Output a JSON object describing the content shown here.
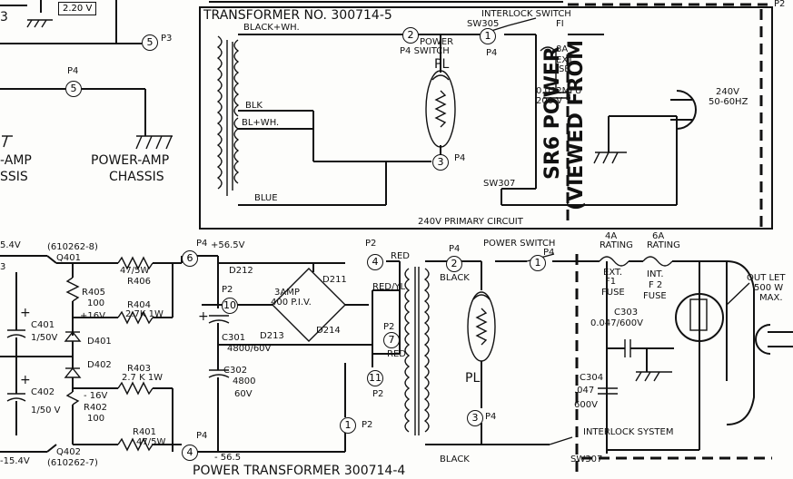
{
  "top_left": {
    "voltage_box": "2.20 V",
    "label_3": "3",
    "p3_node": "5",
    "p3_label": "P3"
  },
  "left_top": {
    "p4_label": "P4",
    "p4_node": "5",
    "amp_chassis_1": "-AMP",
    "amp_chassis_2": "SSIS",
    "power_amp_chassis_1": "POWER-AMP",
    "power_amp_chassis_2": "CHASSIS"
  },
  "sr6": {
    "transformer_title": "TRANSFORMER NO. 300714-5",
    "black_wh": "BLACK+WH.",
    "blk": "BLK",
    "bl_wh": "BL+WH.",
    "blue": "BLUE",
    "node2": "2",
    "power_p4_switch_1": "POWER",
    "power_p4_switch_2": "P4 SWITCH",
    "pl": "PL",
    "node3": "3",
    "p4": "P4",
    "interlock_switch": "INTERLOCK SWITCH",
    "sw305": "SW305",
    "node1": "1",
    "p4_b": "P4",
    "fi": "FI",
    "ext": "EXT",
    "ise": "ISE",
    "sa": "8A",
    "cap": "0.022MFU",
    "cap_v": "200 V",
    "power": "SR6 POWER",
    "viewed": "(VIEWED FROM",
    "v240": "240V",
    "hz": "50-60HZ",
    "sw307": "SW307",
    "primary": "240V PRIMARY CIRCUIT",
    "p2": "P2"
  },
  "bottom_left": {
    "v54": "5.4V",
    "part_a": "(610262-8)",
    "q401": "Q401",
    "label_3": "3",
    "r406_val": "47/5W",
    "r406": "R406",
    "r405": "R405",
    "r405_val": "100",
    "plus16": "+16V",
    "r404": "R404",
    "r404_val": "2.7K 1W",
    "c401": "C401",
    "c401_val": "1/50V",
    "d401": "D401",
    "plus_a": "+",
    "plus_b": "+",
    "d402": "D402",
    "r403": "R403",
    "r403_val": "2.7 K 1W",
    "c402": "C402",
    "c402_val": "1/50 V",
    "minus16": "- 16V",
    "r402": "R402",
    "r402_val": "100",
    "r401": "R401",
    "r401_val": "47/5W",
    "v154": "-15.4V",
    "q402": "Q402",
    "part_b": "(610262-7)"
  },
  "bottom_mid": {
    "p4_top": "P4",
    "p4_volt": "+56.5V",
    "node6": "6",
    "d212": "D212",
    "d211": "D211",
    "amp": "3AMP",
    "piv": "400 P.I.V.",
    "p2_a": "P2",
    "node10": "10",
    "plus": "+",
    "d213": "D213",
    "d214": "D214",
    "c301": "C301",
    "c301_val": "4800/60V",
    "c302": "C302",
    "c302_val": "4800",
    "c302_v": "60V",
    "p4_bot": "P4",
    "node4_bot": "4",
    "minus": "- 56.5",
    "p2_top": "P2",
    "node4_top": "4",
    "red": "RED",
    "red_yl": "RED/YL",
    "p2_b": "P2",
    "node7": "7",
    "red_b": "RED",
    "node11": "11",
    "p2_c": "P2",
    "node1": "1",
    "p2_d": "P2",
    "title": "POWER TRANSFORMER 300714-4"
  },
  "bottom_right": {
    "p4": "P4",
    "node2": "2",
    "black": "BLACK",
    "power_switch": "POWER SWITCH",
    "p4_sw": "P4",
    "node1": "1",
    "pl": "PL",
    "node3": "3",
    "p4_b": "P4",
    "black_b": "BLACK",
    "rating_4a": "4A",
    "rating_4a_l": "RATING",
    "rating_6a": "6A",
    "rating_6a_l": "RATING",
    "ext": "EXT.",
    "fi": "F1",
    "fuse1": "FUSE",
    "int": "INT.",
    "f2": "F 2",
    "fuse2": "FUSE",
    "c303": "C303",
    "c303_val": "0.047/600V",
    "c304": "C304",
    "c304_val": ".047",
    "c304_v": "600V",
    "outlet": "OUT LET",
    "outlet_w": "500 W",
    "outlet_max": "MAX.",
    "interlock": "INTERLOCK SYSTEM",
    "sw307": "SW307"
  }
}
